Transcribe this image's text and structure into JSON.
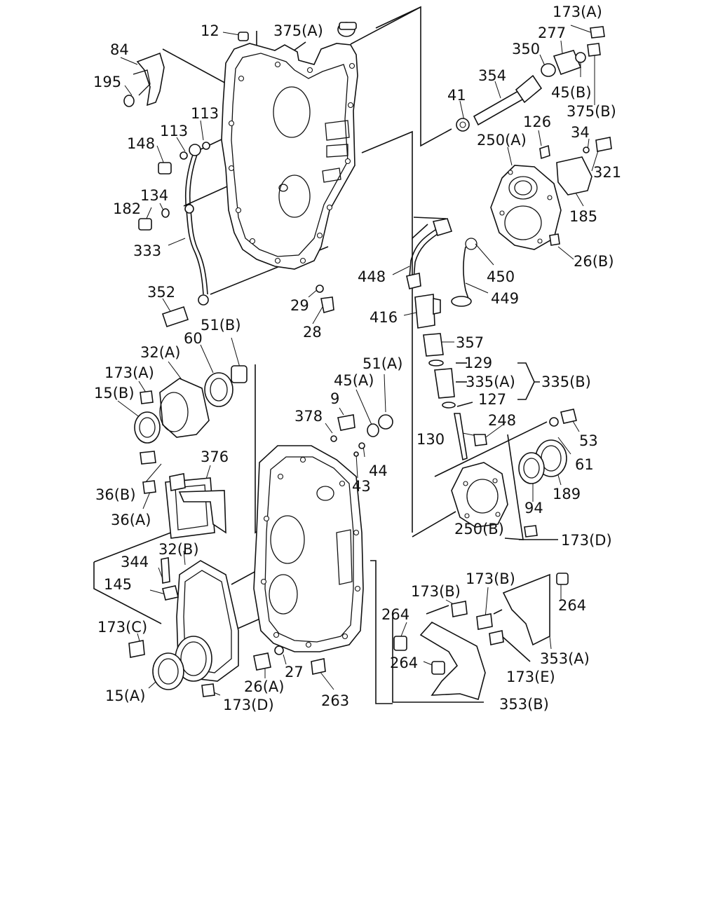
{
  "diagram": {
    "callouts": [
      "12",
      "375(A)",
      "84",
      "195",
      "113",
      "113",
      "148",
      "134",
      "182",
      "333",
      "352",
      "29",
      "28",
      "173(A)",
      "277",
      "350",
      "354",
      "41",
      "45(B)",
      "375(B)",
      "126",
      "250(A)",
      "34",
      "321",
      "185",
      "26(B)",
      "448",
      "450",
      "449",
      "416",
      "357",
      "129",
      "335(A)",
      "335(B)",
      "127",
      "248",
      "53",
      "130",
      "61",
      "189",
      "94",
      "250(B)",
      "173(D)",
      "51(B)",
      "60",
      "32(A)",
      "173(A)",
      "15(B)",
      "51(A)",
      "45(A)",
      "9",
      "378",
      "44",
      "43",
      "376",
      "36(B)",
      "36(A)",
      "32(B)",
      "344",
      "145",
      "173(C)",
      "15(A)",
      "26(A)",
      "27",
      "173(D)",
      "263",
      "173(B)",
      "173(B)",
      "264",
      "264",
      "264",
      "353(A)",
      "173(E)",
      "353(B)"
    ]
  }
}
